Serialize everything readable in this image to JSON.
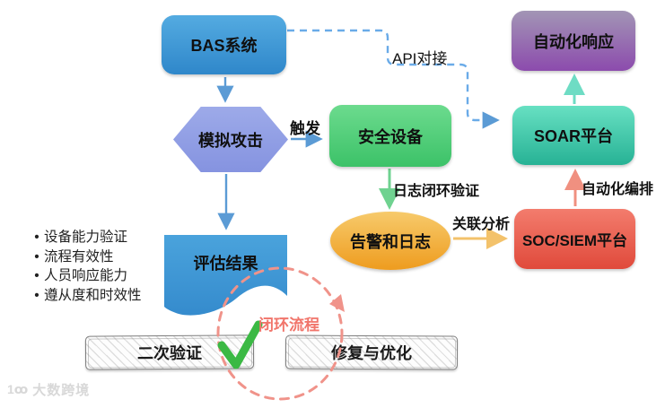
{
  "diagram": {
    "nodes": {
      "bas": {
        "label": "BAS系统"
      },
      "attack": {
        "label": "模拟攻击"
      },
      "security": {
        "label": "安全设备"
      },
      "auto_response": {
        "label": "自动化响应"
      },
      "soar": {
        "label": "SOAR平台"
      },
      "soc_siem": {
        "label": "SOC/SIEM平台"
      },
      "alerts": {
        "label": "告警和日志"
      },
      "result": {
        "label": "评估结果"
      },
      "verify": {
        "label": "二次验证"
      },
      "fix": {
        "label": "修复与优化"
      }
    },
    "edges": {
      "trigger": {
        "label": "触发"
      },
      "api": {
        "label": "API对接"
      },
      "log_loop": {
        "label": "日志闭环验证"
      },
      "correlation": {
        "label": "关联分析"
      },
      "orchestration": {
        "label": "自动化编排"
      },
      "closed_loop": {
        "label": "闭环流程"
      }
    },
    "result_bullets": [
      "设备能力验证",
      "流程有效性",
      "人员响应能力",
      "遵从度和时效性"
    ],
    "watermark": {
      "logo": "1ꝏ",
      "label": "大数跨境"
    },
    "colors": {
      "bas_top": "#54abe1",
      "bas_bottom": "#2f87ca",
      "attack": "#93a2e4",
      "security_top": "#6cdb8e",
      "security_bottom": "#3cc268",
      "auto_response_top": "#a295b5",
      "auto_response_bottom": "#8c4bad",
      "soar_top": "#67e0c2",
      "soar_bottom": "#27b295",
      "soc_top": "#f37c6d",
      "soc_bottom": "#e04a3b",
      "alerts_top": "#f7ca6b",
      "alerts_bottom": "#ee9c1f",
      "result_doc_top": "#4aa3dc",
      "result_doc_bottom": "#358bcd",
      "arrow_blue": "#5b9bd5",
      "arrow_green": "#6fd290",
      "arrow_orange": "#f3c26b",
      "arrow_salmon": "#f09080",
      "arrow_teal": "#6edcc4",
      "dashed_blue": "#6aabe8",
      "loop_pink": "#f0938a",
      "check_green": "#3bb944"
    }
  }
}
